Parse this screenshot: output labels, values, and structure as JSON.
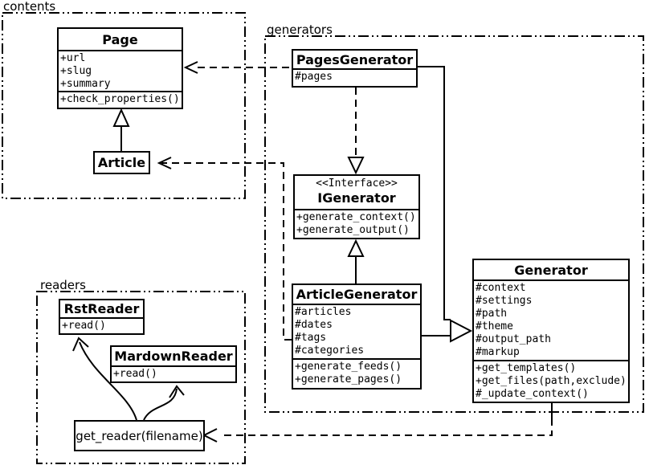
{
  "diagram": {
    "packages": {
      "contents": {
        "label": "contents"
      },
      "generators": {
        "label": "generators"
      },
      "readers": {
        "label": "readers"
      }
    },
    "classes": {
      "page": {
        "name": "Page",
        "attrs": [
          "+url",
          "+slug",
          "+summary"
        ],
        "methods": [
          "+check_properties()"
        ]
      },
      "article": {
        "name": "Article"
      },
      "pagesGenerator": {
        "name": "PagesGenerator",
        "attrs": [
          "#pages"
        ]
      },
      "iGenerator": {
        "stereotype": "<<Interface>>",
        "name": "IGenerator",
        "methods": [
          "+generate_context()",
          "+generate_output()"
        ]
      },
      "articleGenerator": {
        "name": "ArticleGenerator",
        "attrs": [
          "#articles",
          "#dates",
          "#tags",
          "#categories"
        ],
        "methods": [
          "+generate_feeds()",
          "+generate_pages()"
        ]
      },
      "generator": {
        "name": "Generator",
        "attrs": [
          "#context",
          "#settings",
          "#path",
          "#theme",
          "#output_path",
          "#markup"
        ],
        "methods": [
          "+get_templates()",
          "+get_files(path,exclude)",
          "#_update_context()"
        ]
      },
      "rstReader": {
        "name": "RstReader",
        "methods": [
          "+read()"
        ]
      },
      "mardownReader": {
        "name": "MardownReader",
        "methods": [
          "+read()"
        ]
      },
      "getReader": {
        "label": "get_reader(filename)"
      }
    },
    "colors": {
      "stroke": "#000000",
      "background": "#ffffff"
    }
  }
}
